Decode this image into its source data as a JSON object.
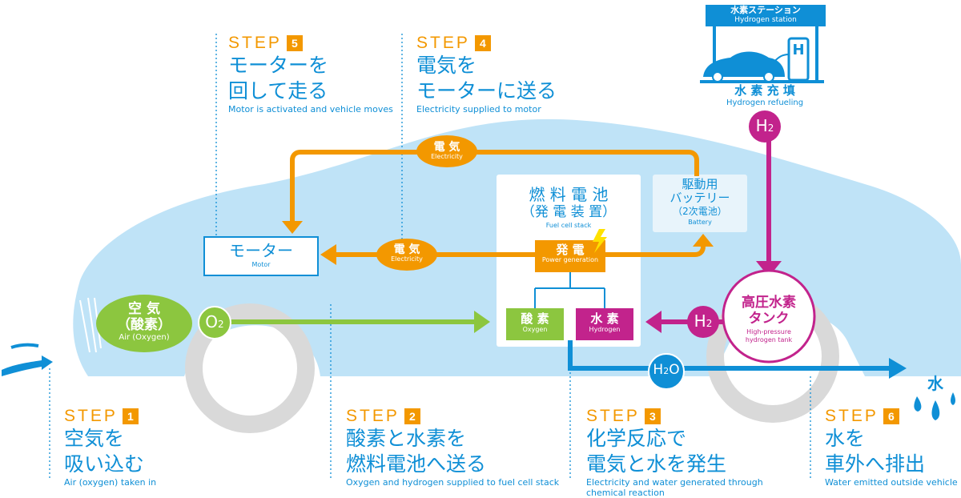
{
  "steps": [
    {
      "label": "STEP",
      "num": "1",
      "title": "空気を\n吸い込む",
      "en": "Air (oxygen) taken in"
    },
    {
      "label": "STEP",
      "num": "2",
      "title": "酸素と水素を\n燃料電池へ送る",
      "en": "Oxygen and hydrogen supplied to fuel cell stack"
    },
    {
      "label": "STEP",
      "num": "3",
      "title": "化学反応で\n電気と水を発生",
      "en": "Electricity and water generated through chemical reaction"
    },
    {
      "label": "STEP",
      "num": "4",
      "title": "電気を\nモーターに送る",
      "en": "Electricity supplied to motor"
    },
    {
      "label": "STEP",
      "num": "5",
      "title": "モーターを\n回して走る",
      "en": "Motor is activated and vehicle moves"
    },
    {
      "label": "STEP",
      "num": "6",
      "title": "水を\n車外へ排出",
      "en": "Water emitted outside vehicle"
    }
  ],
  "station": {
    "jp": "水素ステーション",
    "en": "Hydrogen station",
    "h_sign": "H"
  },
  "refuel": {
    "jp": "水 素 充 填",
    "en": "Hydrogen refueling"
  },
  "h2": "H",
  "h2_sub": "2",
  "o2": "O",
  "o2_sub": "2",
  "h2o": {
    "a": "H",
    "sub": "2",
    "b": "O"
  },
  "fuel_cell": {
    "jp1": "燃 料 電 池",
    "jp2": "（発 電 装 置）",
    "en": "Fuel cell stack"
  },
  "battery": {
    "jp1": "駆動用",
    "jp2": "バッテリー",
    "jp3": "（2次電池）",
    "en": "Battery"
  },
  "motor": {
    "jp": "モーター",
    "en": "Motor"
  },
  "electricity": {
    "jp": "電 気",
    "en": "Electricity"
  },
  "power": {
    "jp": "発 電",
    "en": "Power generation"
  },
  "oxygen_box": {
    "jp": "酸 素",
    "en": "Oxygen"
  },
  "hydrogen_box": {
    "jp": "水 素",
    "en": "Hydrogen"
  },
  "air": {
    "jp1": "空 気",
    "jp2": "（酸素）",
    "en": "Air (Oxygen)"
  },
  "tank": {
    "jp1": "高圧水素",
    "jp2": "タンク",
    "en1": "High-pressure",
    "en2": "hydrogen tank"
  },
  "water": "水",
  "colors": {
    "orange": "#f39800",
    "blue": "#0f8fd6",
    "green": "#8cc63f",
    "magenta": "#c2238c",
    "carbody": "#bfe3f7",
    "wheel": "#d9d9d9"
  }
}
